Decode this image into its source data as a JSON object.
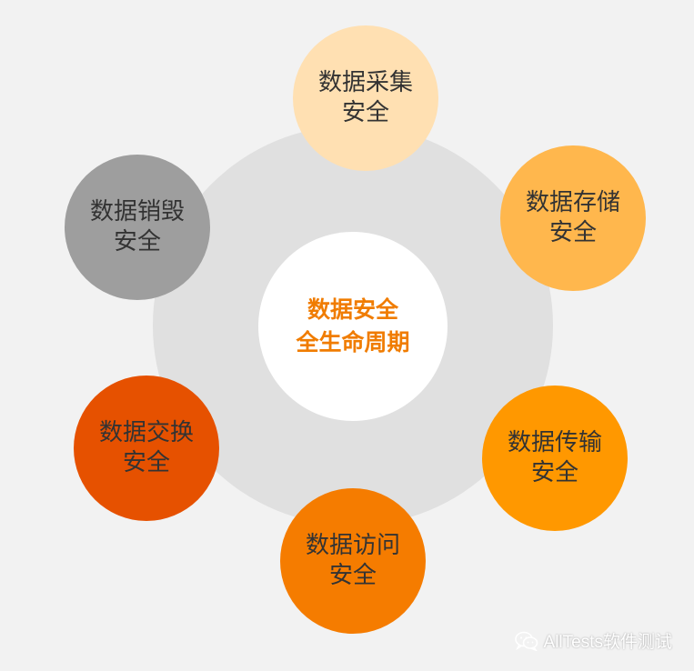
{
  "center": {
    "line1": "数据安全",
    "line2": "全生命周期",
    "color": "#f07c00"
  },
  "nodes": [
    {
      "line1": "数据采集",
      "line2": "安全",
      "color": "#ffe0b2"
    },
    {
      "line1": "数据存储",
      "line2": "安全",
      "color": "#ffb74d"
    },
    {
      "line1": "数据传输",
      "line2": "安全",
      "color": "#ff9800"
    },
    {
      "line1": "数据访问",
      "line2": "安全",
      "color": "#f57c00"
    },
    {
      "line1": "数据交换",
      "line2": "安全",
      "color": "#e65100"
    },
    {
      "line1": "数据销毁",
      "line2": "安全",
      "color": "#9e9e9e"
    }
  ],
  "watermark": {
    "text": "AllTests软件测试",
    "icon": "wechat-icon"
  }
}
